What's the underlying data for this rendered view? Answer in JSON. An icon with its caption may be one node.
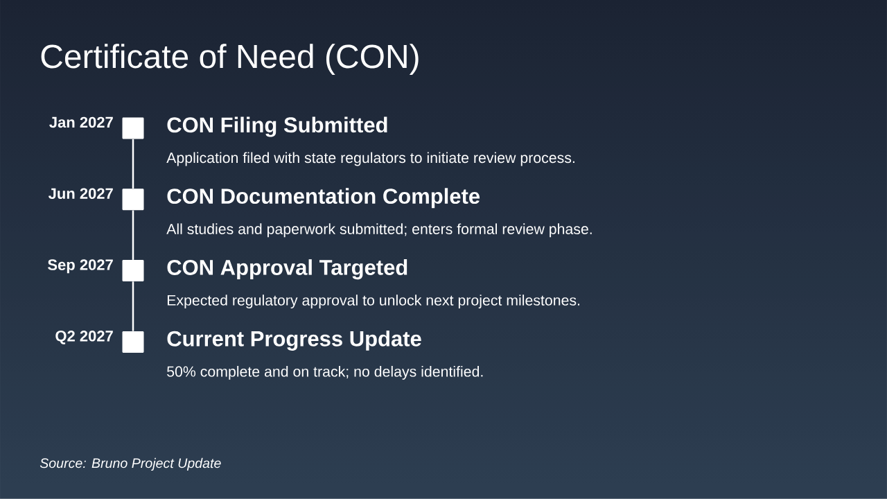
{
  "diagram": {
    "title": "Certificate of Need (CON)",
    "nodes": [
      {
        "text": [],
        "shape": "box",
        "beside": [
          "Jan 2027",
          "CON Filing Submitted",
          "Application filed with state regulators to initiate review process."
        ]
      },
      {
        "text": [],
        "shape": "box",
        "beside": [
          "Jun 2027",
          "CON Documentation Complete",
          "All studies and paperwork submitted; enters formal review phase."
        ]
      },
      {
        "text": [],
        "shape": "box",
        "beside": [
          "Sep 2027",
          "CON Approval Targeted",
          "Expected regulatory approval to unlock next project milestones."
        ]
      },
      {
        "text": [],
        "shape": "box",
        "beside": [
          "Q2 2027",
          "Current Progress Update",
          "50% complete and on track; no delays identified."
        ]
      }
    ],
    "edges": [
      {
        "from": 0,
        "to": 1,
        "arrow": "none"
      },
      {
        "from": 1,
        "to": 2,
        "arrow": "none"
      },
      {
        "from": 2,
        "to": 3,
        "arrow": "none"
      }
    ],
    "labels": [
      "Source: Bruno Project Update"
    ]
  }
}
